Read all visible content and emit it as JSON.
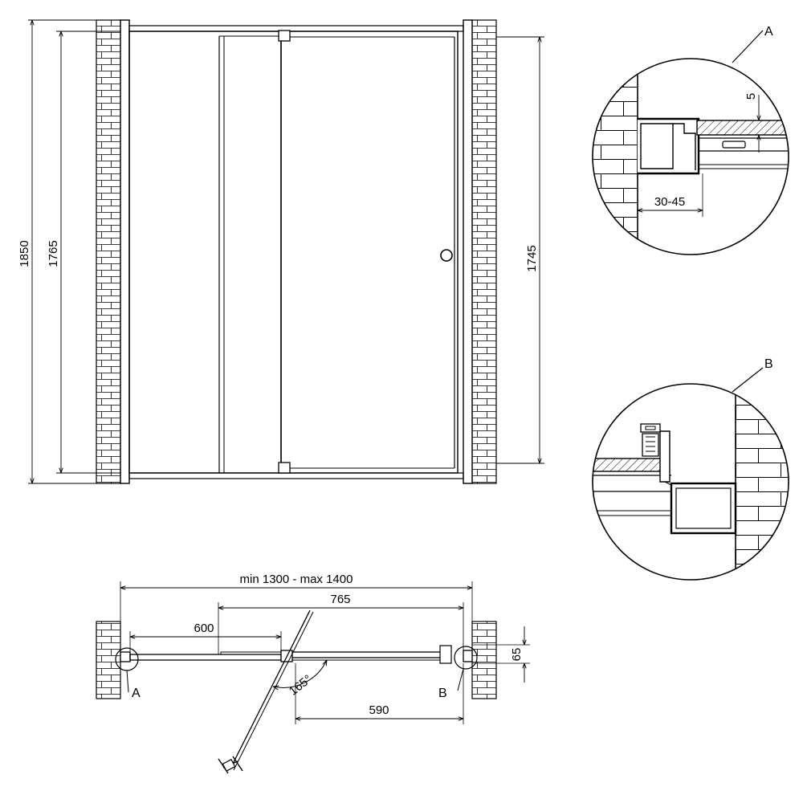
{
  "front_view": {
    "dim_total_height": "1850",
    "dim_inner_height": "1765",
    "dim_door_height": "1745"
  },
  "detail_a": {
    "label": "A",
    "dim_gap": "5",
    "dim_adjust": "30-45"
  },
  "detail_b": {
    "label": "B"
  },
  "plan_view": {
    "dim_width": "min 1300 - max 1400",
    "dim_door_span": "765",
    "dim_fixed_panel": "600",
    "dim_depth": "65",
    "dim_opening_angle": "165°",
    "dim_clear_opening": "590",
    "marker_a": "A",
    "marker_b": "B"
  },
  "colors": {
    "line": "#000000",
    "background": "#ffffff"
  }
}
